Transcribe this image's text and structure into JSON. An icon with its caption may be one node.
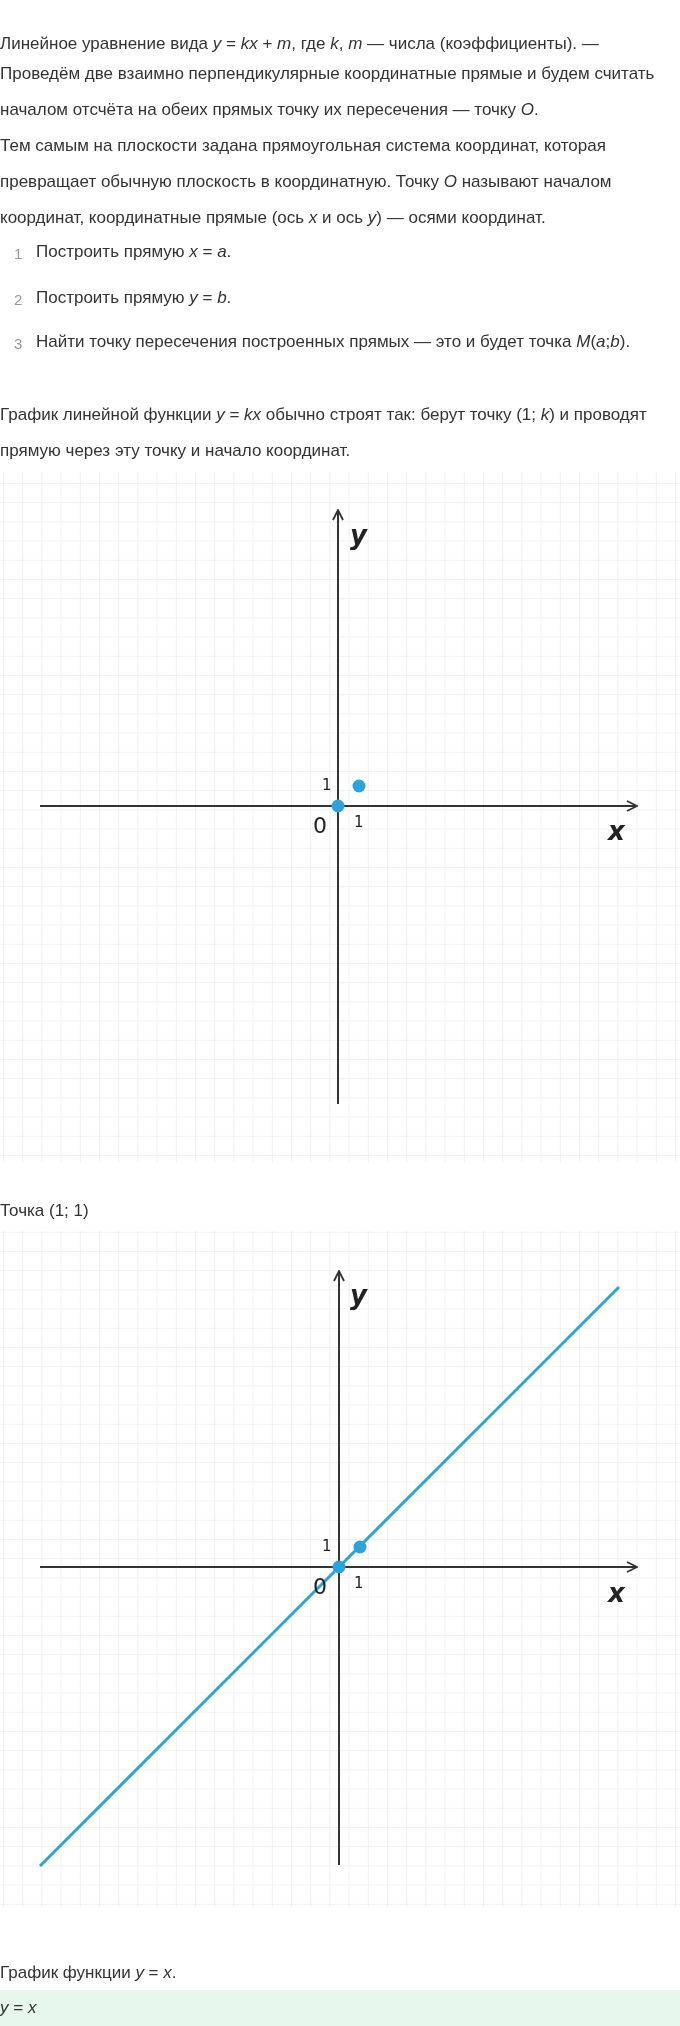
{
  "diagram": {
    "labels": [
      "Линейное уравнение вида *y* = *kx* + *m*, где *k*,  *m* — числа (коэффициенты). —",
      "Проведём две взаимно перпендикулярные координатные прямые и будем считать началом отсчёта на обеих прямых точку их пересечения — точку *O*.",
      "Тем самым на плоскости задана прямоугольная система координат, которая превращает обычную плоскость в координатную. Точку *O* называют началом координат, координатные прямые (ось *x* и ось *y*) — осями координат.",
      "1",
      "Построить прямую *x* = *a*.",
      "2",
      "Построить прямую *y* = *b*.",
      "3",
      "Найти точку пересечения построенных прямых — это и будет точка *M*(*a*;*b*).",
      "График линейной функции *y* = *kx* обычно строят так: берут точку (1;  *k*) и проводят прямую через эту точку и начало координат.",
      "y",
      "1",
      "0",
      "1",
      "x",
      "Точка (1;  1)",
      "y",
      "1",
      "0",
      "1",
      "x",
      "График функции *y* = *x*.",
      "*y* = *x*"
    ]
  }
}
